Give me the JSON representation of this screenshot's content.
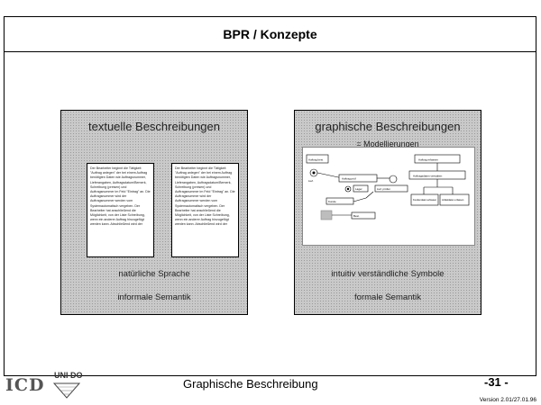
{
  "slide": {
    "title": "BPR / Konzepte",
    "footer_title": "Graphische Beschreibung",
    "page_number": "-31 -",
    "version": "Version 2.01/27.01.96"
  },
  "logos": {
    "icd": "ICD",
    "unido": "UNI DO"
  },
  "left_panel": {
    "title": "textuelle Beschreibungen",
    "box_text": "Der Bearbeiter beginnt die Tätigkeit \"Auftrag anlegen\" der bei einem Auftrag benötigten Daten wie Auftragsnummer, Lieferangaben, Auftragsdatum/Bemerk, Schreibung (preisen) und Auftragsnummer im Feld \"Eintrag\" an. Die Auftragsnummer wird der Auftragsnummer werden vom Systemautomatisch vergeben. Der Bearbeiter hat anschließend die Möglichkeit, von der Liste Schreibung, wenn ein anderer Auftrag hinzugefügt werden kann. Abschließend wird der",
    "note1": "natürliche Sprache",
    "note2": "informale Semantik"
  },
  "right_panel": {
    "title": "graphische Beschreibungen",
    "subtitle": "= Modellierungen",
    "diagram_labels": {
      "node_a": "Auftrag best",
      "node_b": "Lief.",
      "node_c": "Auftrag prüf",
      "node_d": "Lief. prüfen",
      "node_e": "Lager",
      "node_f": "Kunde",
      "node_g": "Best.",
      "tree_root": "Auftrag erfassen",
      "tree_mid": "Auftragsdaten verwalten",
      "tree_left": "Kundendaten erfassen",
      "tree_right": "Artikeldaten erfassen"
    },
    "note1": "intuitiv verständliche Symbole",
    "note2": "formale Semantik"
  }
}
